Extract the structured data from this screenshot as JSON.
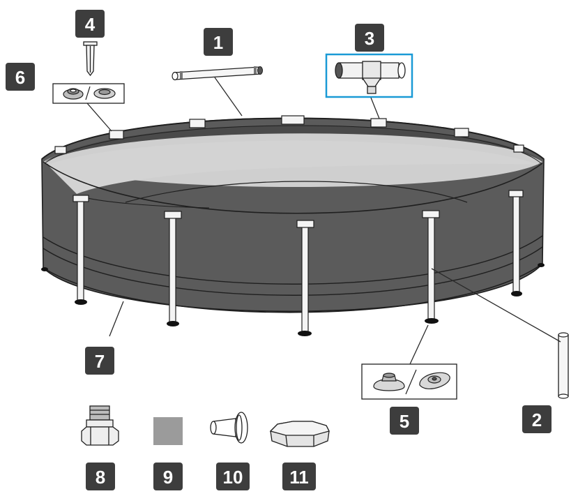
{
  "colors": {
    "badge": "#3d3d3d",
    "pool_wall": "#5b5b5b",
    "pool_floor": "#d3d3d3",
    "highlight_box": "#1a9ad6",
    "patch": "#9b9b9b"
  },
  "callouts": [
    {
      "id": "1",
      "label": "1",
      "part": "horizontal-beam"
    },
    {
      "id": "2",
      "label": "2",
      "part": "vertical-leg"
    },
    {
      "id": "3",
      "label": "3",
      "part": "t-joint"
    },
    {
      "id": "4",
      "label": "4",
      "part": "joint-pin"
    },
    {
      "id": "5",
      "label": "5",
      "part": "leg-cap"
    },
    {
      "id": "6",
      "label": "6",
      "part": "leg-seal"
    },
    {
      "id": "7",
      "label": "7",
      "part": "pool-liner"
    },
    {
      "id": "8",
      "label": "8",
      "part": "plunger-valve"
    },
    {
      "id": "9",
      "label": "9",
      "part": "repair-patch"
    },
    {
      "id": "10",
      "label": "10",
      "part": "strainer-connector"
    },
    {
      "id": "11",
      "label": "11",
      "part": "drain-cap"
    }
  ]
}
